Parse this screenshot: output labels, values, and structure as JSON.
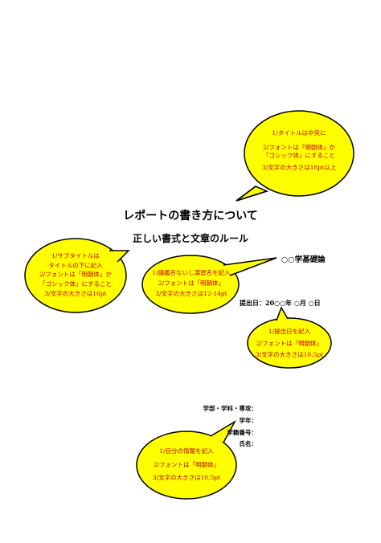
{
  "document": {
    "title": "レポートの書き方について",
    "subtitle": "正しい書式と文章のルール",
    "course": "○○学基礎論",
    "submission_date": "提出日：20○○年 ○月 ○日",
    "info_fields": [
      {
        "label": "学部・学科・専攻：",
        "blank": "："
      },
      {
        "label": "学年：",
        "blank": "："
      },
      {
        "label": "学籍番号：",
        "blank": "："
      },
      {
        "label": "氏名：",
        "blank": "："
      }
    ]
  },
  "callouts": {
    "title_note": [
      "1/タイトルは中央に",
      "2/フォントは「明朝体」か",
      "「ゴシック体」にすること",
      "3/文字の大きさは18pt以上"
    ],
    "subtitle_note": [
      "1/サブタイトルは",
      "タイトルの下に記入",
      "2/フォントは「明朝体」か",
      "「ゴシック体」にすること",
      "3/文字の大きさは16pt"
    ],
    "course_note": [
      "1/講義名ないし演習名を記入",
      "2/フォントは「明朝体」",
      "3/文字の大きさは12-14pt"
    ],
    "date_note": [
      "1/提出日を記入",
      "2/フォントは「明朝体」",
      "3/文字の大きさは10.5pt"
    ],
    "info_note": [
      "1/自分の情報を記入",
      "2/フォントは「明朝体」",
      "3/文字の大きさは10.5pt"
    ]
  },
  "colors": {
    "bubble_fill": "#ffff00",
    "bubble_text": "#c00000",
    "body_text": "#000000"
  }
}
